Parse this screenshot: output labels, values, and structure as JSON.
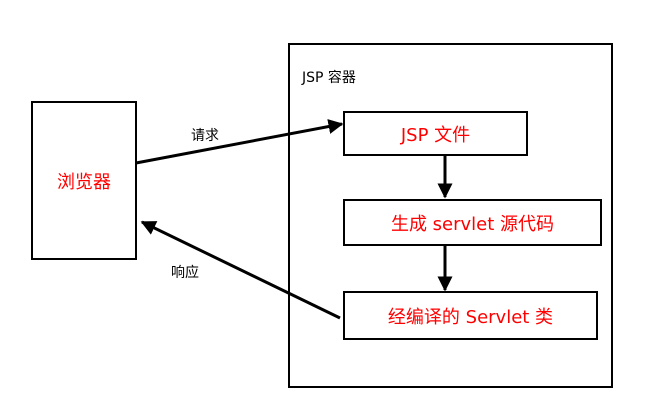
{
  "diagram": {
    "browser_label": "浏览器",
    "container_label": "JSP 容器",
    "request_label": "请求",
    "response_label": "响应",
    "steps": [
      "JSP 文件",
      "生成 servlet 源代码",
      "经编译的 Servlet 类"
    ]
  },
  "colors": {
    "node_text": "#ff0000",
    "border": "#000000",
    "arrow": "#000000",
    "label_text": "#000000",
    "background": "#ffffff"
  }
}
